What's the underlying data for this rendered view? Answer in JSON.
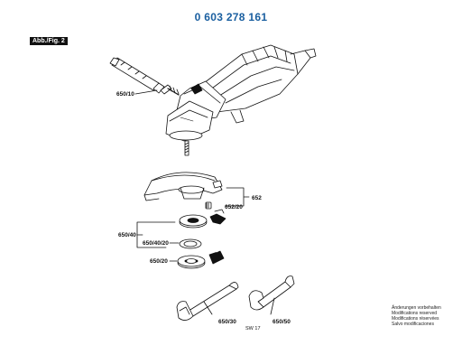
{
  "header": {
    "part_number": "0 603 278 161"
  },
  "figure": {
    "badge": "Abb./Fig. 2"
  },
  "labels": {
    "handle": "650/10",
    "guard": "652",
    "guard_screw": "652/20",
    "flange_group": "650/40",
    "flange": "650/40/20",
    "nut": "650/20",
    "wrench": "650/30",
    "spanner": "650/50",
    "spanner_size": "SW 17"
  },
  "notes": [
    "Änderungen vorbehalten",
    "Modifications reserved",
    "Modifications réservées",
    "Salvo modificaciones"
  ],
  "colors": {
    "title": "#1a5fa0",
    "ink": "#111111"
  }
}
